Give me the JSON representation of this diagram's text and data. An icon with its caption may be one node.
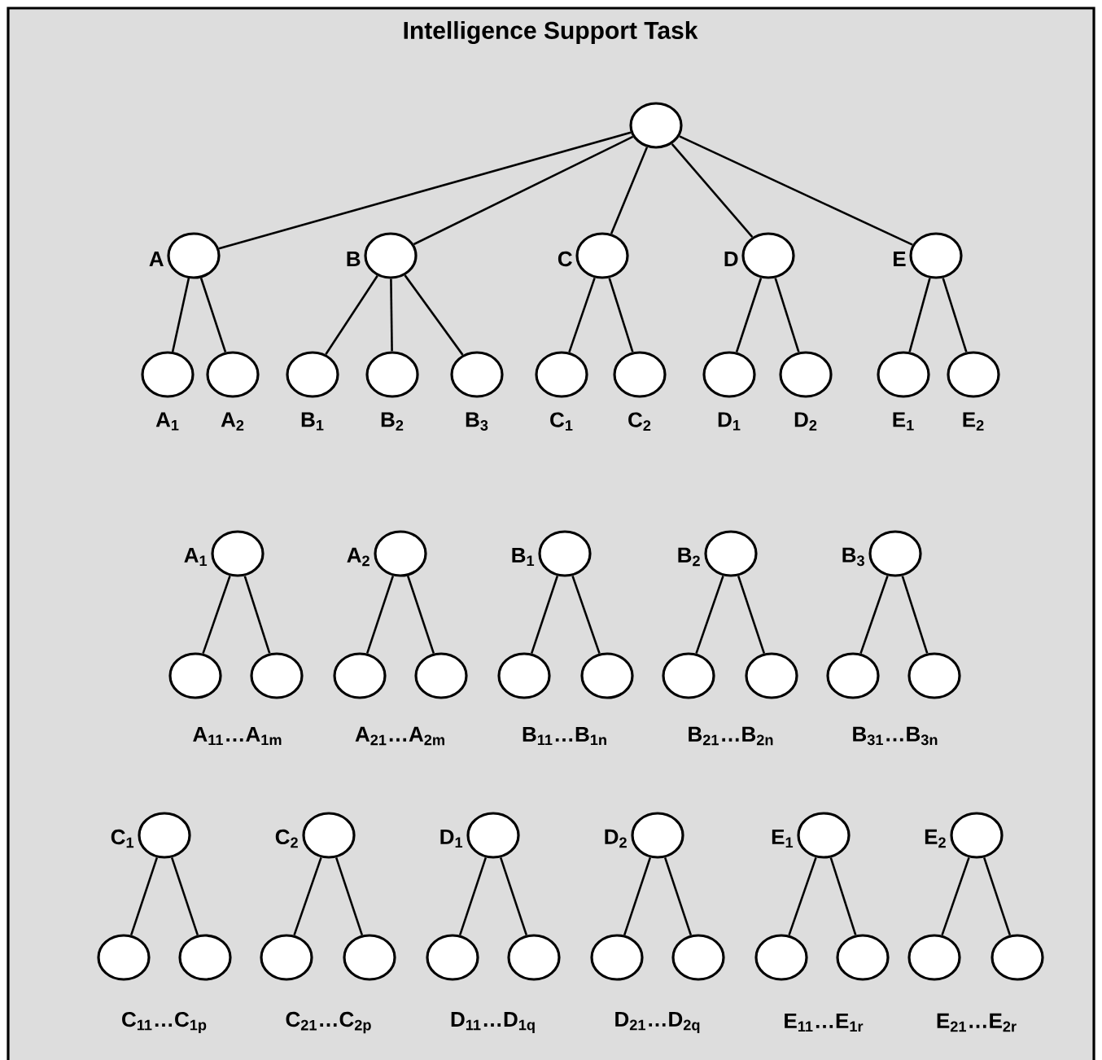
{
  "diagram": {
    "title": "Intelligence Support Task",
    "nodes": [
      {
        "text": [],
        "shape": "circle"
      },
      {
        "text": [],
        "shape": "circle",
        "beside": [
          "A"
        ]
      },
      {
        "text": [],
        "shape": "circle",
        "beside": [
          "B"
        ]
      },
      {
        "text": [],
        "shape": "circle",
        "beside": [
          "C"
        ]
      },
      {
        "text": [],
        "shape": "circle",
        "beside": [
          "D"
        ]
      },
      {
        "text": [],
        "shape": "circle",
        "beside": [
          "E"
        ]
      },
      {
        "text": [],
        "shape": "circle",
        "beside": [
          "A$_{1}$"
        ]
      },
      {
        "text": [],
        "shape": "circle",
        "beside": [
          "A$_{2}$"
        ]
      },
      {
        "text": [],
        "shape": "circle",
        "beside": [
          "B$_{1}$"
        ]
      },
      {
        "text": [],
        "shape": "circle",
        "beside": [
          "B$_{2}$"
        ]
      },
      {
        "text": [],
        "shape": "circle",
        "beside": [
          "B$_{3}$"
        ]
      },
      {
        "text": [],
        "shape": "circle",
        "beside": [
          "C$_{1}$"
        ]
      },
      {
        "text": [],
        "shape": "circle",
        "beside": [
          "C$_{2}$"
        ]
      },
      {
        "text": [],
        "shape": "circle",
        "beside": [
          "D$_{1}$"
        ]
      },
      {
        "text": [],
        "shape": "circle",
        "beside": [
          "D$_{2}$"
        ]
      },
      {
        "text": [],
        "shape": "circle",
        "beside": [
          "E$_{1}$"
        ]
      },
      {
        "text": [],
        "shape": "circle",
        "beside": [
          "E$_{2}$"
        ]
      },
      {
        "text": [],
        "shape": "circle",
        "beside": [
          "A$_{1}$"
        ]
      },
      {
        "text": [],
        "shape": "circle",
        "beside": [
          "A$_{2}$"
        ]
      },
      {
        "text": [],
        "shape": "circle",
        "beside": [
          "B$_{1}$"
        ]
      },
      {
        "text": [],
        "shape": "circle",
        "beside": [
          "B$_{2}$"
        ]
      },
      {
        "text": [],
        "shape": "circle",
        "beside": [
          "B$_{3}$"
        ]
      },
      {
        "text": [],
        "shape": "circle"
      },
      {
        "text": [],
        "shape": "circle"
      },
      {
        "text": [],
        "shape": "circle"
      },
      {
        "text": [],
        "shape": "circle"
      },
      {
        "text": [],
        "shape": "circle"
      },
      {
        "text": [],
        "shape": "circle"
      },
      {
        "text": [],
        "shape": "circle"
      },
      {
        "text": [],
        "shape": "circle"
      },
      {
        "text": [],
        "shape": "circle"
      },
      {
        "text": [],
        "shape": "circle"
      },
      {
        "text": [],
        "shape": "circle",
        "beside": [
          "C$_{1}$"
        ]
      },
      {
        "text": [],
        "shape": "circle",
        "beside": [
          "C$_{2}$"
        ]
      },
      {
        "text": [],
        "shape": "circle",
        "beside": [
          "D$_{1}$"
        ]
      },
      {
        "text": [],
        "shape": "circle",
        "beside": [
          "D$_{2}$"
        ]
      },
      {
        "text": [],
        "shape": "circle",
        "beside": [
          "E$_{1}$"
        ]
      },
      {
        "text": [],
        "shape": "circle",
        "beside": [
          "E$_{2}$"
        ]
      },
      {
        "text": [],
        "shape": "circle"
      },
      {
        "text": [],
        "shape": "circle"
      },
      {
        "text": [],
        "shape": "circle"
      },
      {
        "text": [],
        "shape": "circle"
      },
      {
        "text": [],
        "shape": "circle"
      },
      {
        "text": [],
        "shape": "circle"
      },
      {
        "text": [],
        "shape": "circle"
      },
      {
        "text": [],
        "shape": "circle"
      },
      {
        "text": [],
        "shape": "circle"
      },
      {
        "text": [],
        "shape": "circle"
      },
      {
        "text": [],
        "shape": "circle"
      },
      {
        "text": [],
        "shape": "circle"
      }
    ],
    "edges": [
      {
        "from": 0,
        "to": 1,
        "arrow": "none"
      },
      {
        "from": 0,
        "to": 2,
        "arrow": "none"
      },
      {
        "from": 0,
        "to": 3,
        "arrow": "none"
      },
      {
        "from": 0,
        "to": 4,
        "arrow": "none"
      },
      {
        "from": 0,
        "to": 5,
        "arrow": "none"
      },
      {
        "from": 1,
        "to": 6,
        "arrow": "none"
      },
      {
        "from": 1,
        "to": 7,
        "arrow": "none"
      },
      {
        "from": 2,
        "to": 8,
        "arrow": "none"
      },
      {
        "from": 2,
        "to": 9,
        "arrow": "none"
      },
      {
        "from": 2,
        "to": 10,
        "arrow": "none"
      },
      {
        "from": 3,
        "to": 11,
        "arrow": "none"
      },
      {
        "from": 3,
        "to": 12,
        "arrow": "none"
      },
      {
        "from": 4,
        "to": 13,
        "arrow": "none"
      },
      {
        "from": 4,
        "to": 14,
        "arrow": "none"
      },
      {
        "from": 5,
        "to": 15,
        "arrow": "none"
      },
      {
        "from": 5,
        "to": 16,
        "arrow": "none"
      },
      {
        "from": 17,
        "to": 22,
        "arrow": "none"
      },
      {
        "from": 17,
        "to": 23,
        "arrow": "none"
      },
      {
        "from": 18,
        "to": 24,
        "arrow": "none"
      },
      {
        "from": 18,
        "to": 25,
        "arrow": "none"
      },
      {
        "from": 19,
        "to": 26,
        "arrow": "none"
      },
      {
        "from": 19,
        "to": 27,
        "arrow": "none"
      },
      {
        "from": 20,
        "to": 28,
        "arrow": "none"
      },
      {
        "from": 20,
        "to": 29,
        "arrow": "none"
      },
      {
        "from": 21,
        "to": 30,
        "arrow": "none"
      },
      {
        "from": 21,
        "to": 31,
        "arrow": "none"
      },
      {
        "from": 32,
        "to": 38,
        "arrow": "none"
      },
      {
        "from": 32,
        "to": 39,
        "arrow": "none"
      },
      {
        "from": 33,
        "to": 40,
        "arrow": "none"
      },
      {
        "from": 33,
        "to": 41,
        "arrow": "none"
      },
      {
        "from": 34,
        "to": 42,
        "arrow": "none"
      },
      {
        "from": 34,
        "to": 43,
        "arrow": "none"
      },
      {
        "from": 35,
        "to": 44,
        "arrow": "none"
      },
      {
        "from": 35,
        "to": 45,
        "arrow": "none"
      },
      {
        "from": 36,
        "to": 46,
        "arrow": "none"
      },
      {
        "from": 36,
        "to": 47,
        "arrow": "none"
      },
      {
        "from": 37,
        "to": 48,
        "arrow": "none"
      },
      {
        "from": 37,
        "to": 49,
        "arrow": "none"
      }
    ],
    "labels": [
      "A$_{11}$…A$_{1m}$",
      "A$_{21}$…A$_{2m}$",
      "B$_{11}$…B$_{1n}$",
      "B$_{21}$…B$_{2n}$",
      "B$_{31}$…B$_{3n}$",
      "C$_{11}$…C$_{1p}$",
      "C$_{21}$…C$_{2p}$",
      "D$_{11}$…D$_{1q}$",
      "D$_{21}$…D$_{2q}$",
      "E$_{11}$…E$_{1r}$",
      "E$_{21}$…E$_{2r}$"
    ]
  }
}
